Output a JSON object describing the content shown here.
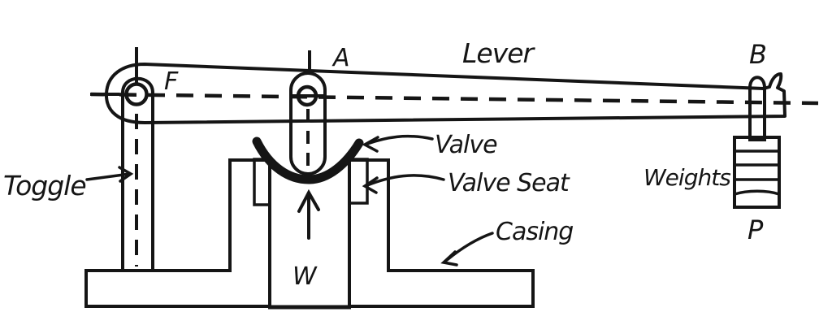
{
  "diagram": {
    "subject": "Lever safety valve sketch",
    "labels": {
      "toggle": "Toggle",
      "lever": "Lever",
      "valve": "Valve",
      "valve_seat": "Valve Seat",
      "casing": "Casing",
      "weights": "Weights"
    },
    "points": {
      "F": "F",
      "A": "A",
      "B": "B",
      "P": "P",
      "W": "W"
    }
  },
  "colors": {
    "lever_blue": "#7a74e8",
    "wood_brown": "#ad7242",
    "casing_gray": "#8a8a8a",
    "weight_crimson": "#d6476a",
    "pin_gray": "#4f4f4f",
    "ink_black": "#151515"
  }
}
